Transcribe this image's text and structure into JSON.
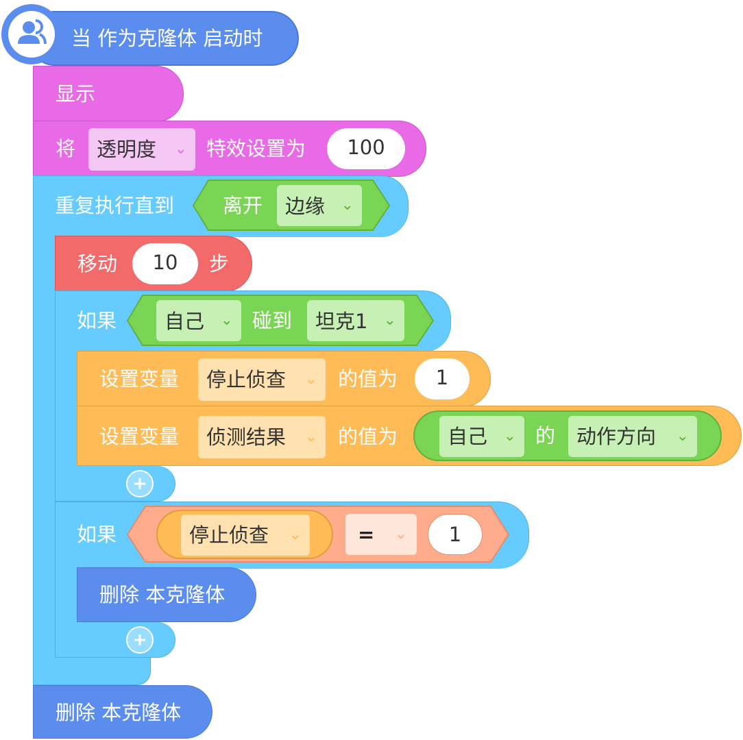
{
  "hat": {
    "text": "当 作为克隆体 启动时",
    "icon": "clone-users-icon"
  },
  "show": {
    "text": "显示"
  },
  "set_effect": {
    "prefix": "将",
    "effect": "透明度",
    "middle": "特效设置为",
    "value": "100"
  },
  "repeat_until": {
    "text": "重复执行直到",
    "cond_text": "离开",
    "cond_target": "边缘"
  },
  "move": {
    "prefix": "移动",
    "value": "10",
    "suffix": "步"
  },
  "if1": {
    "text": "如果",
    "subject": "自己",
    "verb": "碰到",
    "target": "坦克1"
  },
  "set_var1": {
    "prefix": "设置变量",
    "var": "停止侦查",
    "middle": "的值为",
    "value": "1"
  },
  "set_var2": {
    "prefix": "设置变量",
    "var": "侦测结果",
    "middle": "的值为",
    "subject": "自己",
    "of": "的",
    "prop": "动作方向"
  },
  "if2": {
    "text": "如果",
    "var": "停止侦查",
    "op": "=",
    "value": "1"
  },
  "delete_inner": {
    "text": "删除 本克隆体"
  },
  "delete_outer": {
    "text": "删除 本克隆体"
  },
  "add_symbol": "+",
  "colors": {
    "events": "#5b8def",
    "looks": "#e86ae6",
    "control": "#66ccff",
    "sensing": "#7bd554",
    "motion": "#f36a6a",
    "variables": "#ffbb55",
    "operators": "#ffac8c"
  }
}
